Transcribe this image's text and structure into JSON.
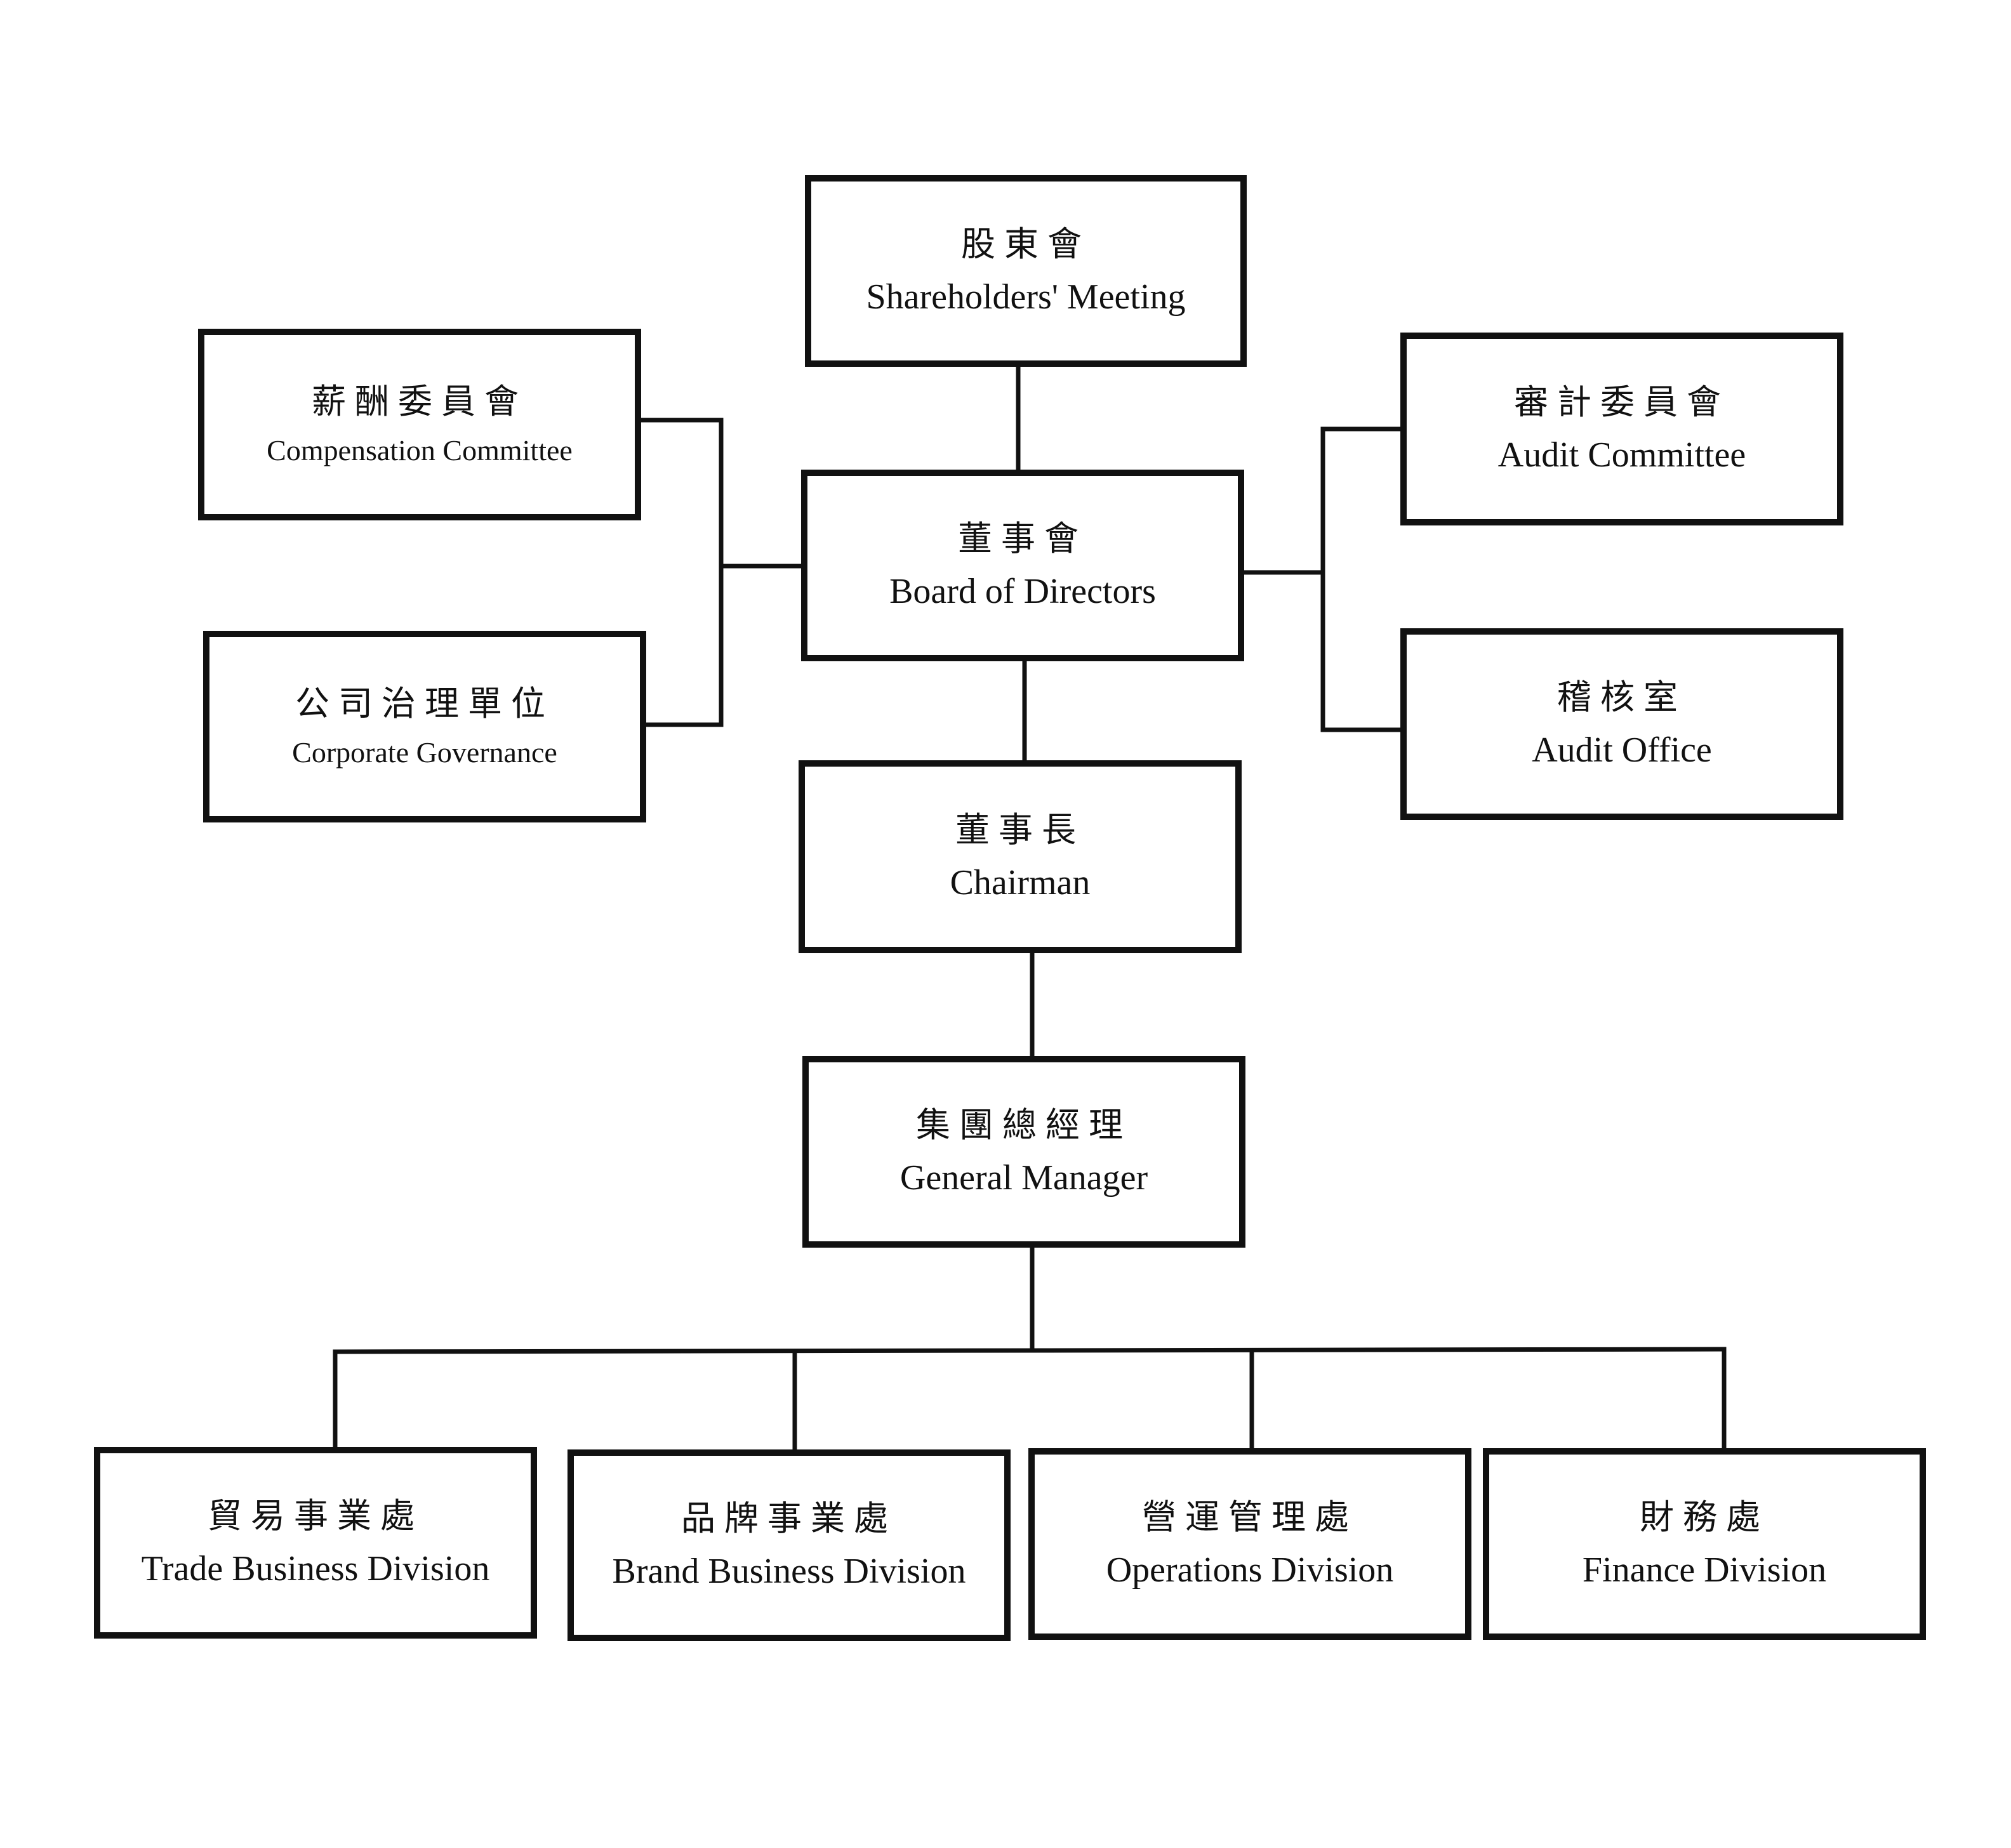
{
  "line_color": "#111111",
  "nodes": {
    "shareholders": {
      "zh": "股東會",
      "en": "Shareholders' Meeting"
    },
    "board": {
      "zh": "董事會",
      "en": "Board of Directors"
    },
    "compensation": {
      "zh": "薪酬委員會",
      "en": "Compensation Committee"
    },
    "governance": {
      "zh": "公司治理單位",
      "en": "Corporate Governance"
    },
    "audit_committee": {
      "zh": "審計委員會",
      "en": "Audit Committee"
    },
    "audit_office": {
      "zh": "稽核室",
      "en": "Audit Office"
    },
    "chairman": {
      "zh": "董事長",
      "en": "Chairman"
    },
    "general_manager": {
      "zh": "集團總經理",
      "en": "General Manager"
    },
    "trade": {
      "zh": "貿易事業處",
      "en": "Trade Business Division"
    },
    "brand": {
      "zh": "品牌事業處",
      "en": "Brand Business Division"
    },
    "operations": {
      "zh": "營運管理處",
      "en": "Operations Division"
    },
    "finance": {
      "zh": "財務處",
      "en": "Finance Division"
    }
  }
}
